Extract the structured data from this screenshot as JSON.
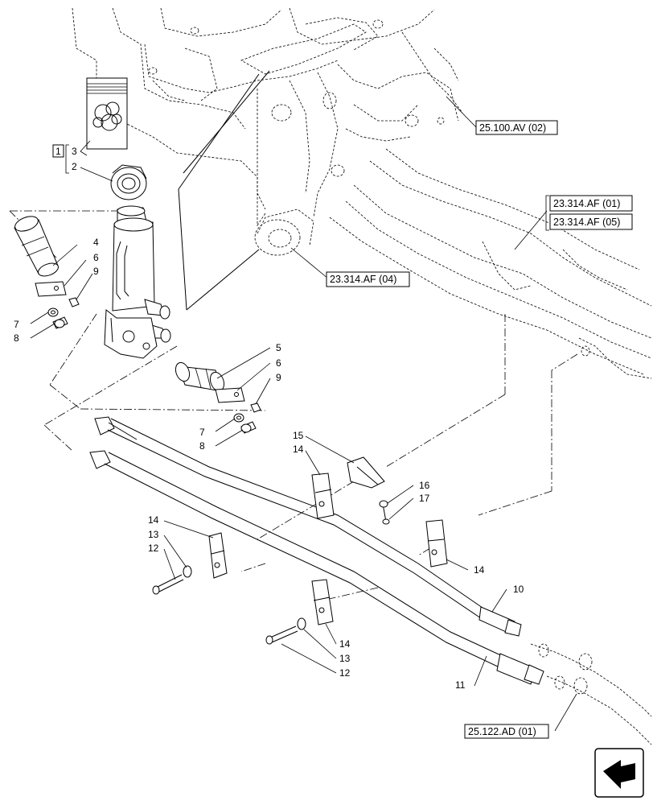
{
  "references": {
    "r25100av02": "25.100.AV (02)",
    "r23314af01": "23.314.AF (01)",
    "r23314af05": "23.314.AF (05)",
    "r23314af04": "23.314.AF (04)",
    "r25122ad01": "25.122.AD (01)"
  },
  "kit_label": "1",
  "callouts": {
    "c2": "2",
    "c3": "3",
    "c4": "4",
    "c6a": "6",
    "c9a": "9",
    "c7a": "7",
    "c8a": "8",
    "c5": "5",
    "c6b": "6",
    "c9b": "9",
    "c7b": "7",
    "c8b": "8",
    "c15": "15",
    "c14a": "14",
    "c16": "16",
    "c17": "17",
    "c14b": "14",
    "c13a": "13",
    "c12a": "12",
    "c14c": "14",
    "c10": "10",
    "c14d": "14",
    "c13b": "13",
    "c12b": "12",
    "c11": "11"
  },
  "nav_icon": "next-page-arrow-icon"
}
